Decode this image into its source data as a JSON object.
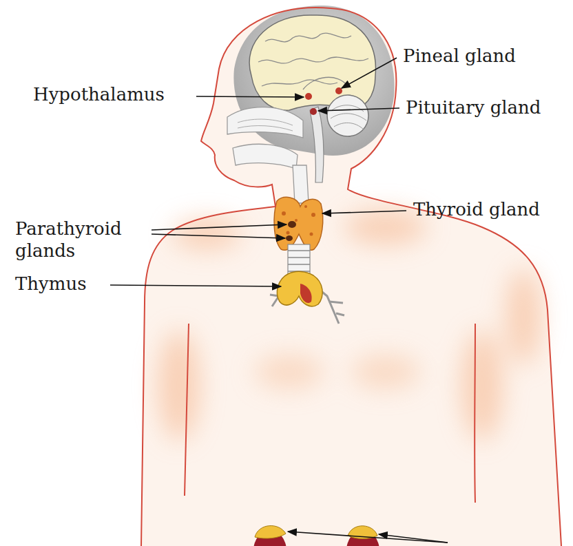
{
  "diagram": {
    "labels": [
      "Pineal gland",
      "Hypothalamus",
      "Pituitary gland",
      "Thyroid gland",
      "Parathyroid glands",
      "Thymus"
    ]
  }
}
